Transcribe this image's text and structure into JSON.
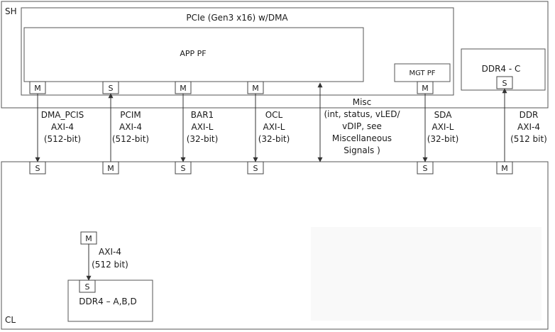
{
  "sh": {
    "label": "SH",
    "pcie_title": "PCIe (Gen3 x16) w/DMA",
    "app_pf": "APP PF",
    "mgt_pf": "MGT PF",
    "ddr4_c": "DDR4 - C"
  },
  "cl": {
    "label": "CL",
    "ddr4_abd": "DDR4 – A,B,D",
    "local_bus": [
      "AXI-4",
      "(512 bit)"
    ]
  },
  "ports": {
    "master": "M",
    "slave": "S"
  },
  "interfaces": {
    "dma_pcis": [
      "DMA_PCIS",
      "AXI-4",
      "(512-bit)"
    ],
    "pcim": [
      "PCIM",
      "AXI-4",
      "(512-bit)"
    ],
    "bar1": [
      "BAR1",
      "AXI-L",
      "(32-bit)"
    ],
    "ocl": [
      "OCL",
      "AXI-L",
      "(32-bit)"
    ],
    "misc": [
      "Misc",
      "(int, status, vLED/",
      "vDIP, see",
      "Miscellaneous",
      "Signals )"
    ],
    "sda": [
      "SDA",
      "AXI-L",
      "(32-bit)"
    ],
    "ddr": [
      "DDR",
      "AXI-4",
      "(512 bit)"
    ]
  }
}
